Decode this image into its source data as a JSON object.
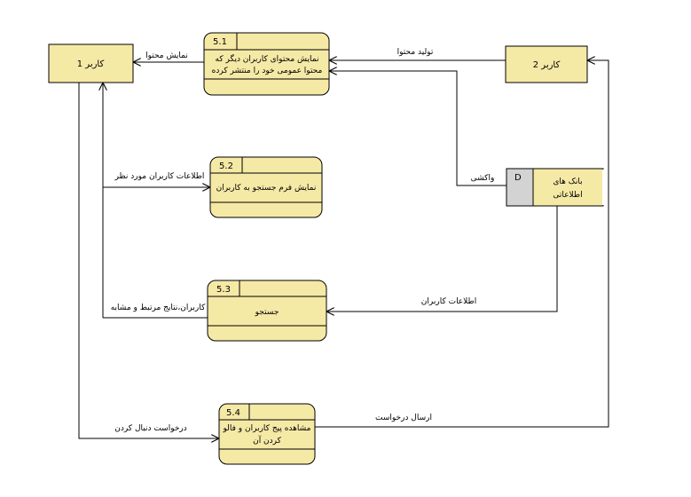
{
  "entities": {
    "user1": "کاربر 1",
    "user2": "کاربر 2"
  },
  "processes": [
    {
      "id": "5.1",
      "lines": [
        "نمایش محتوای کاربران دیگر که",
        "محتوا عمومی خود را منتشر کرده"
      ]
    },
    {
      "id": "5.2",
      "lines": [
        "نمایش فرم جستجو به کاربران"
      ]
    },
    {
      "id": "5.3",
      "lines": [
        "جستجو"
      ]
    },
    {
      "id": "5.4",
      "lines": [
        "مشاهده پیج کاربران و فالو",
        "کردن آن"
      ]
    }
  ],
  "datastore": {
    "id": "D",
    "lines": [
      "بانک های",
      "اطلاعاتی"
    ]
  },
  "flows": {
    "show_content": "نمایش محتوا",
    "produce_content": "تولید محتوا",
    "fetch": "واکشی",
    "target_users_info": "اطلاعات کاربران مورد نظر",
    "users_info": "اطلاعات کاربران",
    "search_results": "کاربران،نتایج مرتبط و مشابه",
    "follow_request": "درخواست دنبال کردن",
    "send_request": "ارسال درخواست"
  }
}
